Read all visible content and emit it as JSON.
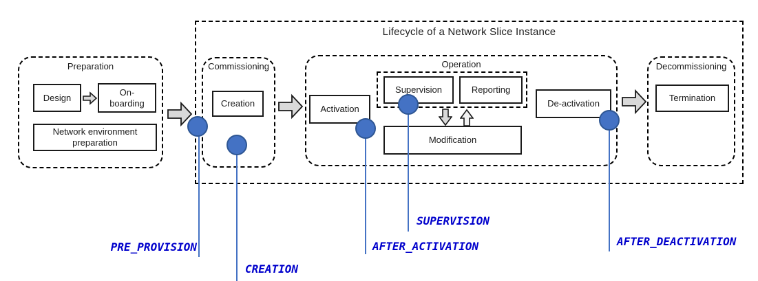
{
  "diagram": {
    "title": "Lifecycle of a Network Slice Instance",
    "preparation": {
      "title": "Preparation",
      "design": "Design",
      "onboarding": "On-boarding",
      "network_env": "Network environment preparation"
    },
    "commissioning": {
      "title": "Commissioning",
      "creation": "Creation"
    },
    "operation": {
      "title": "Operation",
      "activation": "Activation",
      "supervision": "Supervision",
      "reporting": "Reporting",
      "modification": "Modification",
      "deactivation": "De-activation"
    },
    "decommissioning": {
      "title": "Decommissioning",
      "termination": "Termination"
    },
    "markers": [
      {
        "label": "PRE_PROVISION"
      },
      {
        "label": "CREATION"
      },
      {
        "label": "AFTER_ACTIVATION"
      },
      {
        "label": "SUPERVISION"
      },
      {
        "label": "AFTER_DEACTIVATION"
      }
    ],
    "colors": {
      "marker_fill": "#4472C4",
      "marker_border": "#2E5693",
      "marker_label_text": "#0000CC",
      "block_arrow_fill": "#D9D9D9",
      "up_arrow_fill": "#F2F2F2",
      "line": "#000000"
    }
  }
}
